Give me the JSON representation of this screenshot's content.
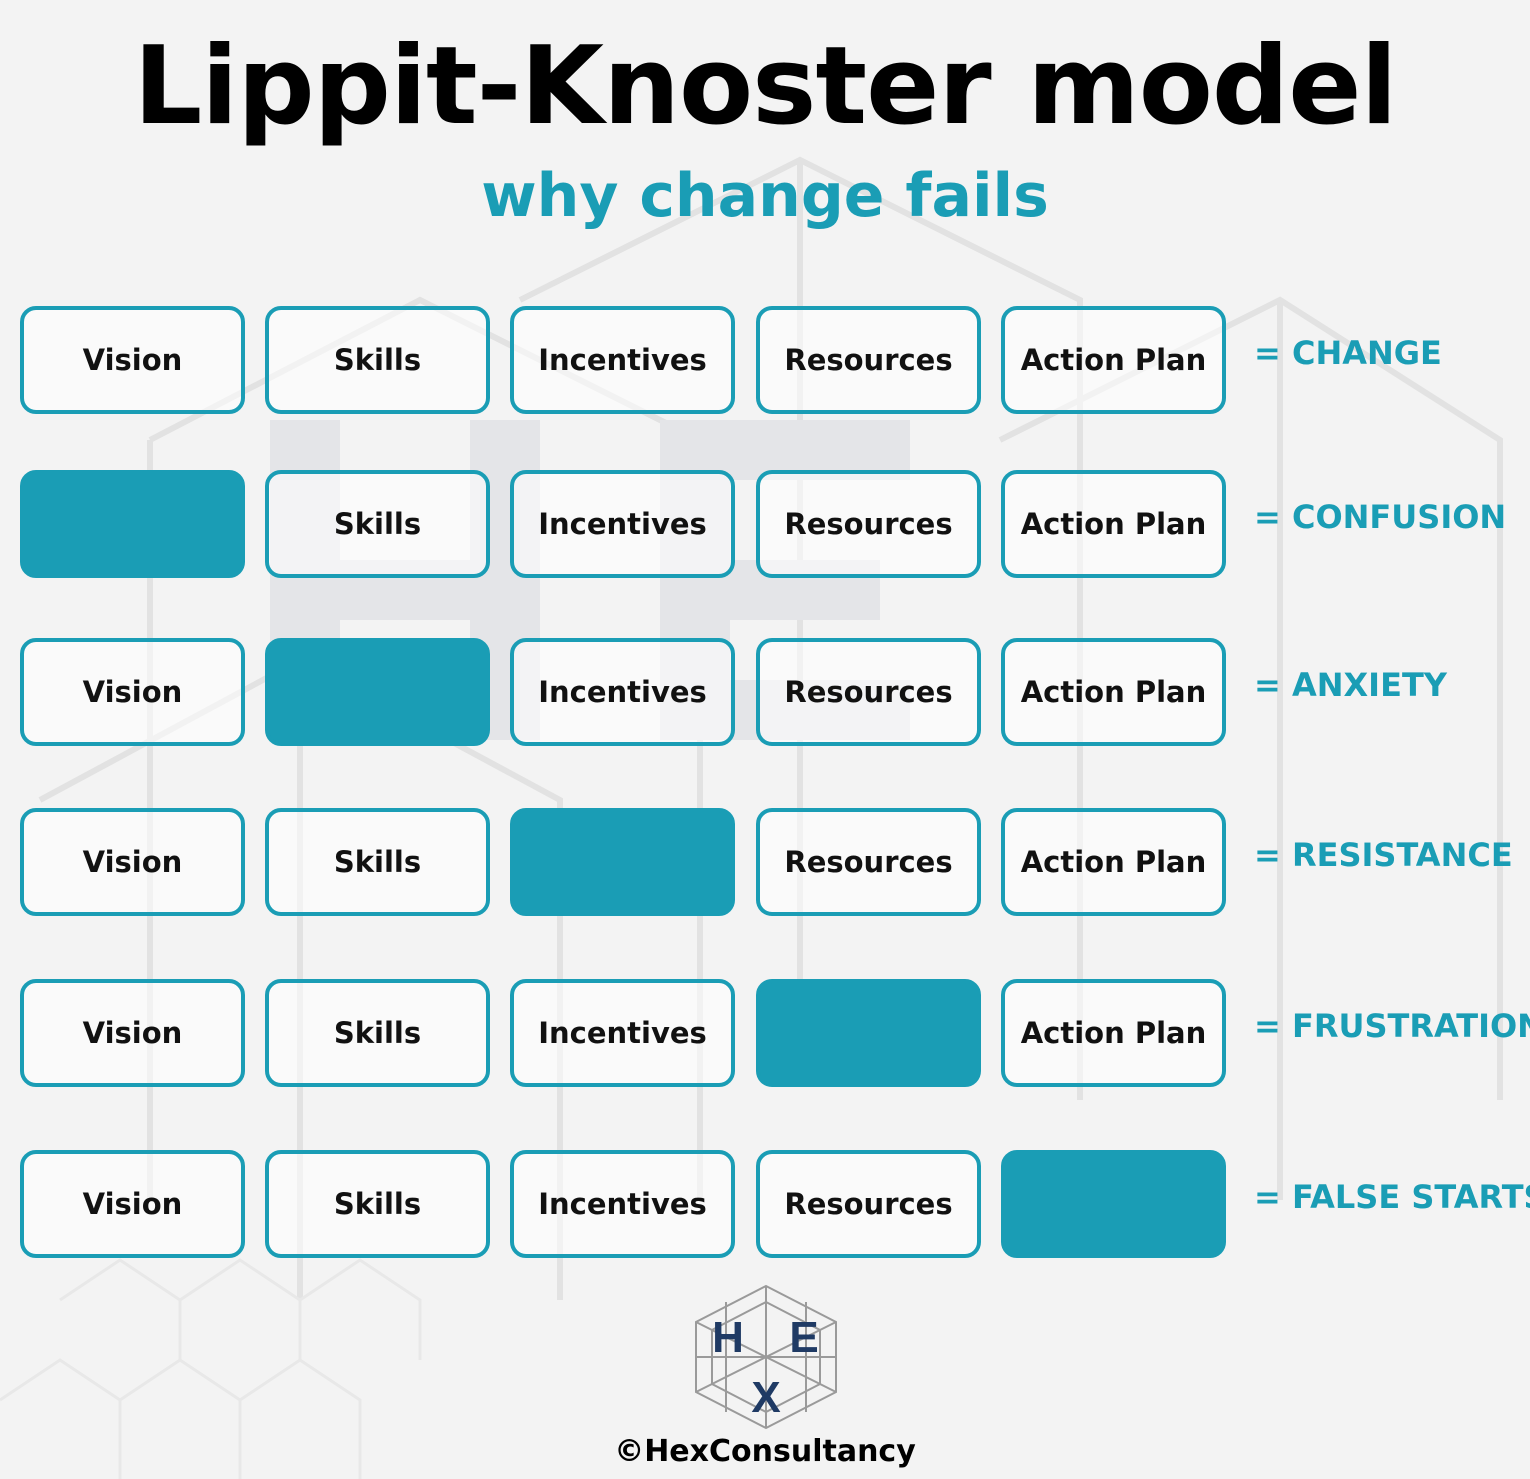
{
  "title": "Lippit-Knoster model",
  "subtitle": "why change fails",
  "colors": {
    "accent": "#1a9db5",
    "logo_letters": "#1f3a64"
  },
  "rows": [
    {
      "result": "= CHANGE",
      "cells": [
        {
          "label": "Vision",
          "missing": false
        },
        {
          "label": "Skills",
          "missing": false
        },
        {
          "label": "Incentives",
          "missing": false
        },
        {
          "label": "Resources",
          "missing": false
        },
        {
          "label": "Action Plan",
          "missing": false
        }
      ]
    },
    {
      "result": "= CONFUSION",
      "cells": [
        {
          "label": "",
          "missing": true
        },
        {
          "label": "Skills",
          "missing": false
        },
        {
          "label": "Incentives",
          "missing": false
        },
        {
          "label": "Resources",
          "missing": false
        },
        {
          "label": "Action Plan",
          "missing": false
        }
      ]
    },
    {
      "result": "= ANXIETY",
      "cells": [
        {
          "label": "Vision",
          "missing": false
        },
        {
          "label": "",
          "missing": true
        },
        {
          "label": "Incentives",
          "missing": false
        },
        {
          "label": "Resources",
          "missing": false
        },
        {
          "label": "Action Plan",
          "missing": false
        }
      ]
    },
    {
      "result": "= RESISTANCE",
      "cells": [
        {
          "label": "Vision",
          "missing": false
        },
        {
          "label": "Skills",
          "missing": false
        },
        {
          "label": "",
          "missing": true
        },
        {
          "label": "Resources",
          "missing": false
        },
        {
          "label": "Action Plan",
          "missing": false
        }
      ]
    },
    {
      "result": "= FRUSTRATION",
      "cells": [
        {
          "label": "Vision",
          "missing": false
        },
        {
          "label": "Skills",
          "missing": false
        },
        {
          "label": "Incentives",
          "missing": false
        },
        {
          "label": "",
          "missing": true
        },
        {
          "label": "Action Plan",
          "missing": false
        }
      ]
    },
    {
      "result": "= FALSE STARTS",
      "cells": [
        {
          "label": "Vision",
          "missing": false
        },
        {
          "label": "Skills",
          "missing": false
        },
        {
          "label": "Incentives",
          "missing": false
        },
        {
          "label": "Resources",
          "missing": false
        },
        {
          "label": "",
          "missing": true
        }
      ]
    }
  ],
  "logo": {
    "letters": [
      "H",
      "E",
      "X"
    ]
  },
  "copyright": "©HexConsultancy"
}
